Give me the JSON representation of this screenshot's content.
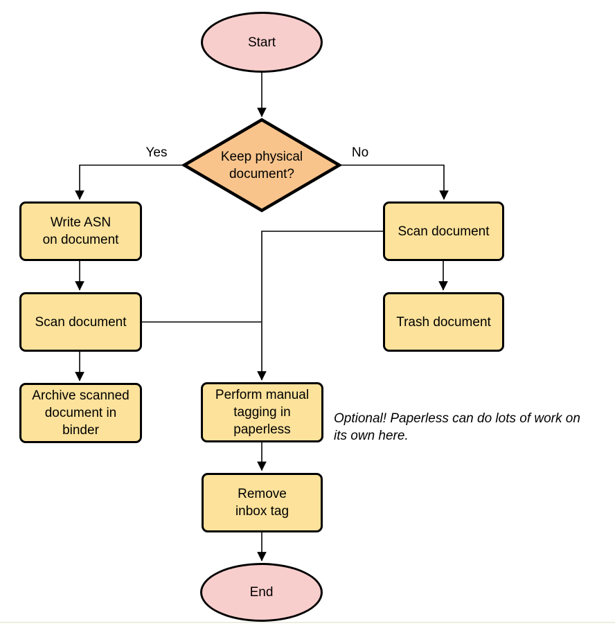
{
  "diagram": {
    "type": "flowchart",
    "nodes": [
      {
        "id": "start",
        "type": "terminator",
        "label": "Start"
      },
      {
        "id": "decision",
        "type": "decision",
        "label": "Keep physical\ndocument?"
      },
      {
        "id": "write-asn",
        "type": "process",
        "label": "Write ASN\non document"
      },
      {
        "id": "scan-left",
        "type": "process",
        "label": "Scan document"
      },
      {
        "id": "archive",
        "type": "process",
        "label": "Archive scanned\ndocument in\nbinder"
      },
      {
        "id": "scan-right",
        "type": "process",
        "label": "Scan document"
      },
      {
        "id": "trash",
        "type": "process",
        "label": "Trash document"
      },
      {
        "id": "tagging",
        "type": "process",
        "label": "Perform manual\ntagging in\npaperless"
      },
      {
        "id": "remove-inbox",
        "type": "process",
        "label": "Remove\ninbox tag"
      },
      {
        "id": "end",
        "type": "terminator",
        "label": "End"
      }
    ],
    "edges": [
      {
        "from": "start",
        "to": "decision"
      },
      {
        "from": "decision",
        "to": "write-asn",
        "label": "Yes"
      },
      {
        "from": "decision",
        "to": "scan-right",
        "label": "No"
      },
      {
        "from": "write-asn",
        "to": "scan-left"
      },
      {
        "from": "scan-left",
        "to": "archive"
      },
      {
        "from": "scan-right",
        "to": "trash"
      },
      {
        "from": "scan-right",
        "to": "tagging"
      },
      {
        "from": "scan-left",
        "to": "tagging"
      },
      {
        "from": "tagging",
        "to": "remove-inbox"
      },
      {
        "from": "remove-inbox",
        "to": "end"
      }
    ],
    "note": "Optional! Paperless can do lots of work on\nits own here.",
    "colors": {
      "terminator": "#F8CECC",
      "process": "#FCE29B",
      "decision": "#F8C48C",
      "stroke": "#000000",
      "divider": "#ECECE0"
    }
  }
}
